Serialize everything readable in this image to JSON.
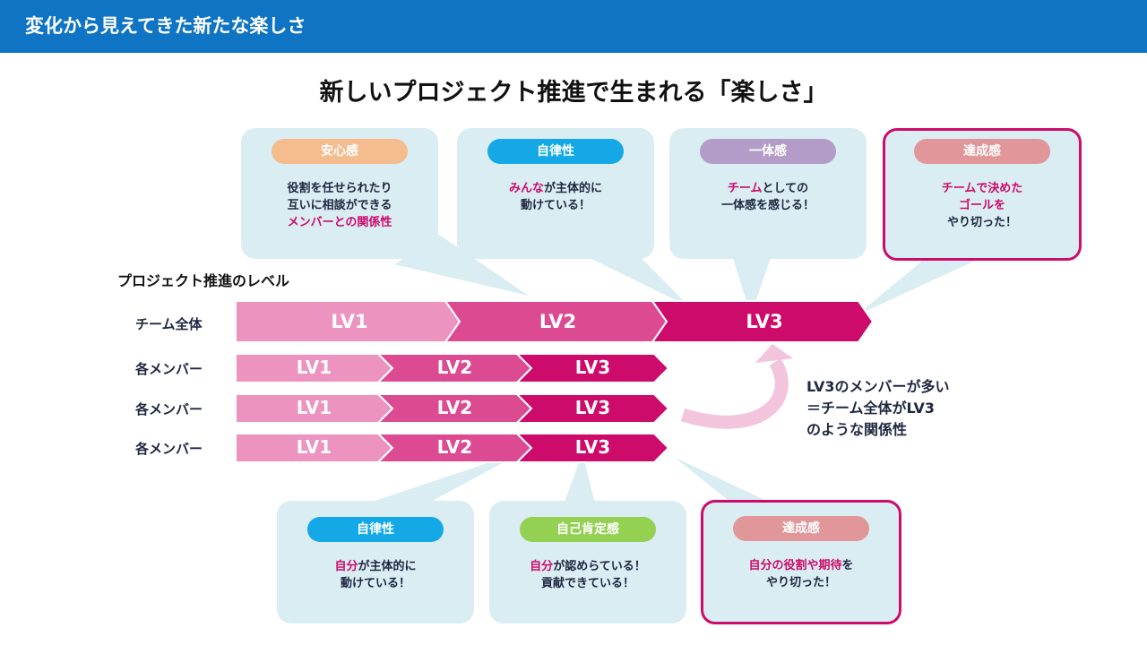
{
  "header": {
    "title": "変化から見えてきた新たな楽しさ"
  },
  "main_title": "新しいプロジェクト推進で生まれる「楽しさ」",
  "levels_heading": "プロジェクト推進のレベル",
  "team_row": {
    "label": "チーム全体",
    "levels": [
      "LV1",
      "LV2",
      "LV3"
    ]
  },
  "member_rows": [
    {
      "label": "各メンバー",
      "levels": [
        "LV1",
        "LV2",
        "LV3"
      ]
    },
    {
      "label": "各メンバー",
      "levels": [
        "LV1",
        "LV2",
        "LV3"
      ]
    },
    {
      "label": "各メンバー",
      "levels": [
        "LV1",
        "LV2",
        "LV3"
      ]
    }
  ],
  "team_cards": [
    {
      "tag": "安心感",
      "lines": [
        [
          {
            "t": "役割を任せられたり"
          }
        ],
        [
          {
            "t": "互いに相談ができる"
          }
        ],
        [
          {
            "t": "メンバーとの関係性",
            "hl": true
          }
        ]
      ]
    },
    {
      "tag": "自律性",
      "lines": [
        [
          {
            "t": "みんな",
            "hl": true
          },
          {
            "t": "が主体的に"
          }
        ],
        [
          {
            "t": "動けている！"
          }
        ]
      ]
    },
    {
      "tag": "一体感",
      "lines": [
        [
          {
            "t": "チーム",
            "hl": true
          },
          {
            "t": "としての"
          }
        ],
        [
          {
            "t": "一体感を感じる！"
          }
        ]
      ]
    },
    {
      "tag": "達成感",
      "lines": [
        [
          {
            "t": "チームで決めた",
            "hl": true
          }
        ],
        [
          {
            "t": "ゴールを",
            "hl": true
          }
        ],
        [
          {
            "t": "やり切った！"
          }
        ]
      ]
    }
  ],
  "member_cards": [
    {
      "tag": "自律性",
      "lines": [
        [
          {
            "t": "自分",
            "hl": true
          },
          {
            "t": "が主体的に"
          }
        ],
        [
          {
            "t": "動けている！"
          }
        ]
      ]
    },
    {
      "tag": "自己肯定感",
      "lines": [
        [
          {
            "t": "自分",
            "hl": true
          },
          {
            "t": "が認めらている！"
          }
        ],
        [
          {
            "t": "貢献できている！"
          }
        ]
      ]
    },
    {
      "tag": "達成感",
      "lines": [
        [
          {
            "t": "自分の役割や期待",
            "hl": true
          },
          {
            "t": "を"
          }
        ],
        [
          {
            "t": "やり切った！"
          }
        ]
      ]
    }
  ],
  "side_note": {
    "lines": [
      "LV3のメンバーが多い",
      "＝チーム全体がLV3",
      "のような関係性"
    ]
  },
  "colors": {
    "header": "#0f74c4",
    "card_bg": "#daedf3",
    "highlight": "#cc0b6b",
    "lv1": "#ec93bf",
    "lv2": "#dc4b92",
    "lv3": "#cc0b6b",
    "pill_anshin": "#f5bc8e",
    "pill_jiritsu": "#14a9e6",
    "pill_ittai": "#b39dc8",
    "pill_tassei": "#e1969a",
    "pill_jiko": "#94d153",
    "loop_arrow": "#f2c5dc"
  }
}
